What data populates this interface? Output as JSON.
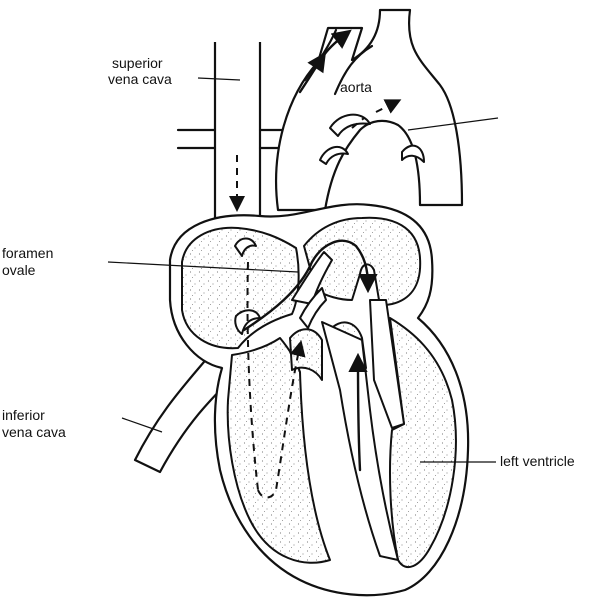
{
  "labels": {
    "superior_vena_cava_1": "superior",
    "superior_vena_cava_2": "vena cava",
    "aorta": "aorta",
    "foramen_ovale_1": "foramen",
    "foramen_ovale_2": "ovale",
    "inferior_vena_cava_1": "inferior",
    "inferior_vena_cava_2": "vena cava",
    "left_ventricle": "left ventricle"
  }
}
